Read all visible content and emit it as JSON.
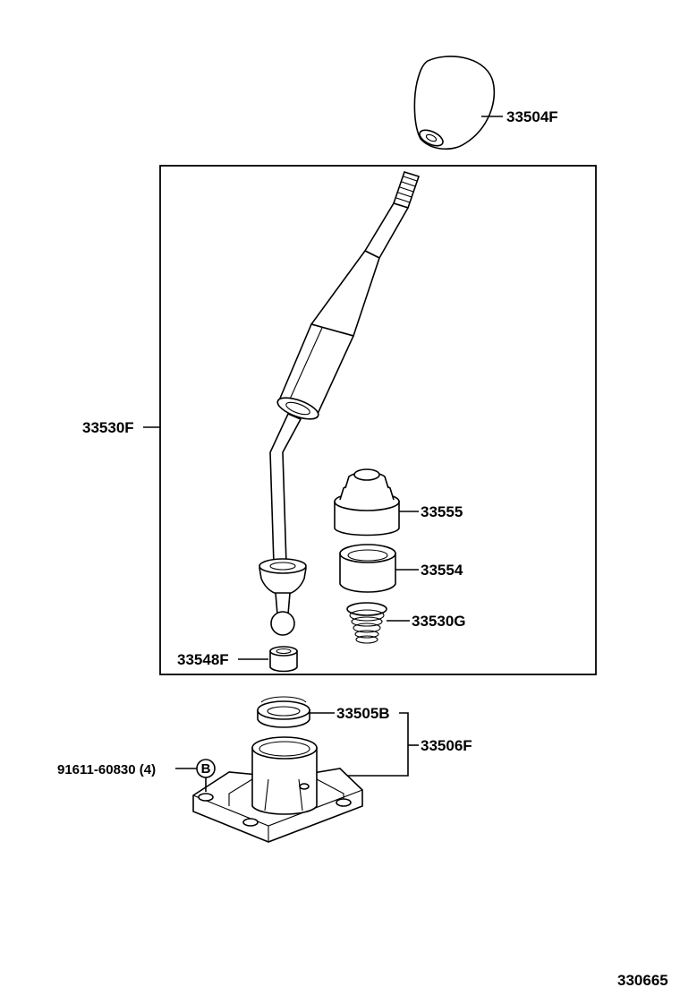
{
  "parts": {
    "knob": "33504F",
    "lever_assy": "33530F",
    "boot_upper": "33555",
    "retainer": "33554",
    "spring": "33530G",
    "bushing": "33548F",
    "seat": "33505B",
    "housing_assy": "33506F",
    "bolt": "91611-60830 (4)",
    "bolt_marker": "B"
  },
  "figure_number": "330665"
}
